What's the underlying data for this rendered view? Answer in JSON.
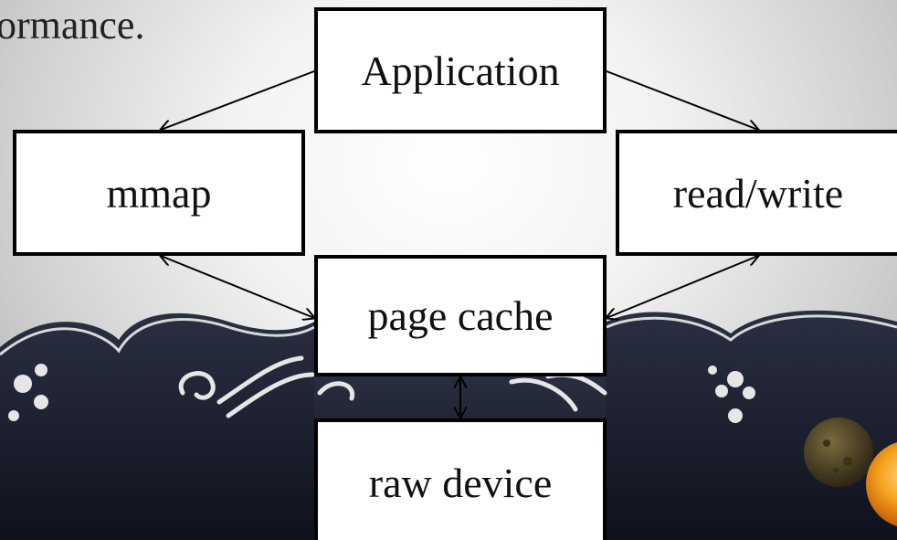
{
  "slide": {
    "heading_fragment": "ormance."
  },
  "diagram": {
    "nodes": {
      "application": "Application",
      "mmap": "mmap",
      "read_write": "read/write",
      "page_cache": "page cache",
      "raw_device": "raw device"
    },
    "edges": [
      {
        "from": "Application",
        "to": "mmap",
        "direction": "forward"
      },
      {
        "from": "Application",
        "to": "read/write",
        "direction": "forward"
      },
      {
        "from": "mmap",
        "to": "page cache",
        "direction": "both"
      },
      {
        "from": "read/write",
        "to": "page cache",
        "direction": "both"
      },
      {
        "from": "page cache",
        "to": "raw device",
        "direction": "both"
      }
    ]
  },
  "colors": {
    "box_fill": "#ffffff",
    "box_border": "#000000",
    "banner_dark": "#1c2030",
    "banner_trim": "#d8d8d8"
  }
}
